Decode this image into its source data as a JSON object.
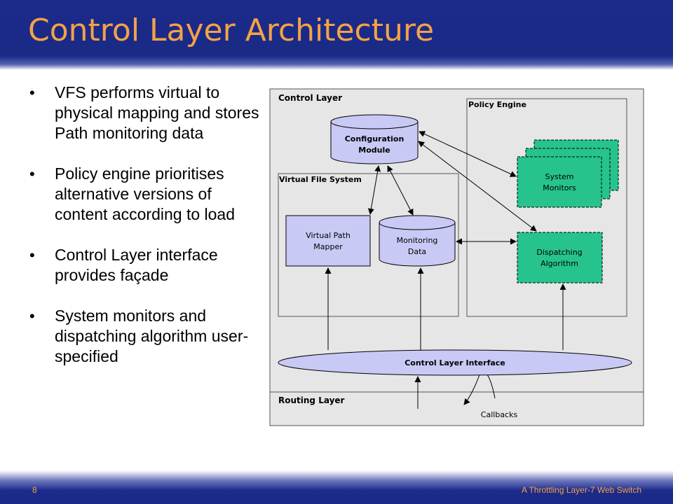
{
  "slide": {
    "title": "Control Layer Architecture",
    "page_number": "8",
    "footer": "A Throttling Layer-7 Web Switch"
  },
  "bullets": [
    "VFS performs virtual to physical mapping and stores Path monitoring data",
    "Policy engine prioritises alternative versions of content according to load",
    "Control Layer interface provides façade",
    "System monitors and dispatching algorithm user-specified"
  ],
  "diagram": {
    "control_layer": "Control Layer",
    "routing_layer": "Routing Layer",
    "policy_engine": "Policy Engine",
    "virtual_file_system": "Virtual File System",
    "configuration_module": [
      "Configuration",
      "Module"
    ],
    "system_monitors": [
      "System",
      "Monitors"
    ],
    "virtual_path_mapper": [
      "Virtual Path",
      "Mapper"
    ],
    "monitoring_data": [
      "Monitoring",
      "Data"
    ],
    "dispatching_algorithm": [
      "Dispatching",
      "Algorithm"
    ],
    "control_layer_interface": "Control Layer Interface",
    "callbacks": "Callbacks",
    "colors": {
      "panel": "#e6e6e6",
      "module_fill": "#c9c9f5",
      "policy_fill": "#26c48c"
    }
  }
}
